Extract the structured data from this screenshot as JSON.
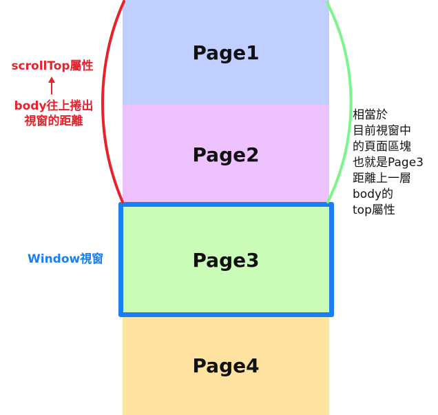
{
  "pages": [
    {
      "label": "Page1",
      "color": "#C0CFFF"
    },
    {
      "label": "Page2",
      "color": "#EEC1FF"
    },
    {
      "label": "Page3",
      "color": "#CBFDB9"
    },
    {
      "label": "Page4",
      "color": "#FFE3A1"
    }
  ],
  "colors": {
    "red": "#E8212B",
    "green": "#7BF58C",
    "window_blue": "#1A7FF0",
    "label_blue": "#1A7FF0",
    "note_text": "#111111"
  },
  "left_labels": {
    "scrolltop": "scrollTop屬性",
    "arrow": "↑",
    "body_scroll_line1": "body往上捲出",
    "body_scroll_line2": "視窗的距離",
    "window": "Window視窗"
  },
  "right_note": {
    "lines": [
      "相當於",
      "目前視窗中",
      "的頁面區塊",
      "也就是Page3",
      "距離上一層",
      "body的",
      "top屬性"
    ]
  }
}
